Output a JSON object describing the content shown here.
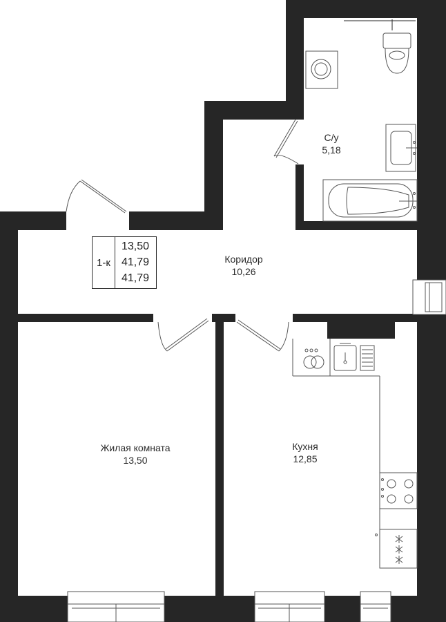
{
  "apartment": {
    "type_label": "1-к",
    "areas": [
      "13,50",
      "41,79",
      "41,79"
    ]
  },
  "rooms": {
    "bathroom": {
      "name": "С/у",
      "area": "5,18"
    },
    "corridor": {
      "name": "Коридор",
      "area": "10,26"
    },
    "living": {
      "name": "Жилая комната",
      "area": "13,50"
    },
    "kitchen": {
      "name": "Кухня",
      "area": "12,85"
    }
  },
  "colors": {
    "wall": "#262626",
    "line": "#4a4a4a",
    "background": "#ffffff"
  },
  "icons": [
    "washing-machine-icon",
    "toilet-icon",
    "sink-icon",
    "bathtub-icon",
    "dishwasher-icon",
    "kitchen-sink-icon",
    "stove-icon",
    "range-hood-icon",
    "door-swing-icon",
    "window-icon",
    "ventilation-icon"
  ]
}
